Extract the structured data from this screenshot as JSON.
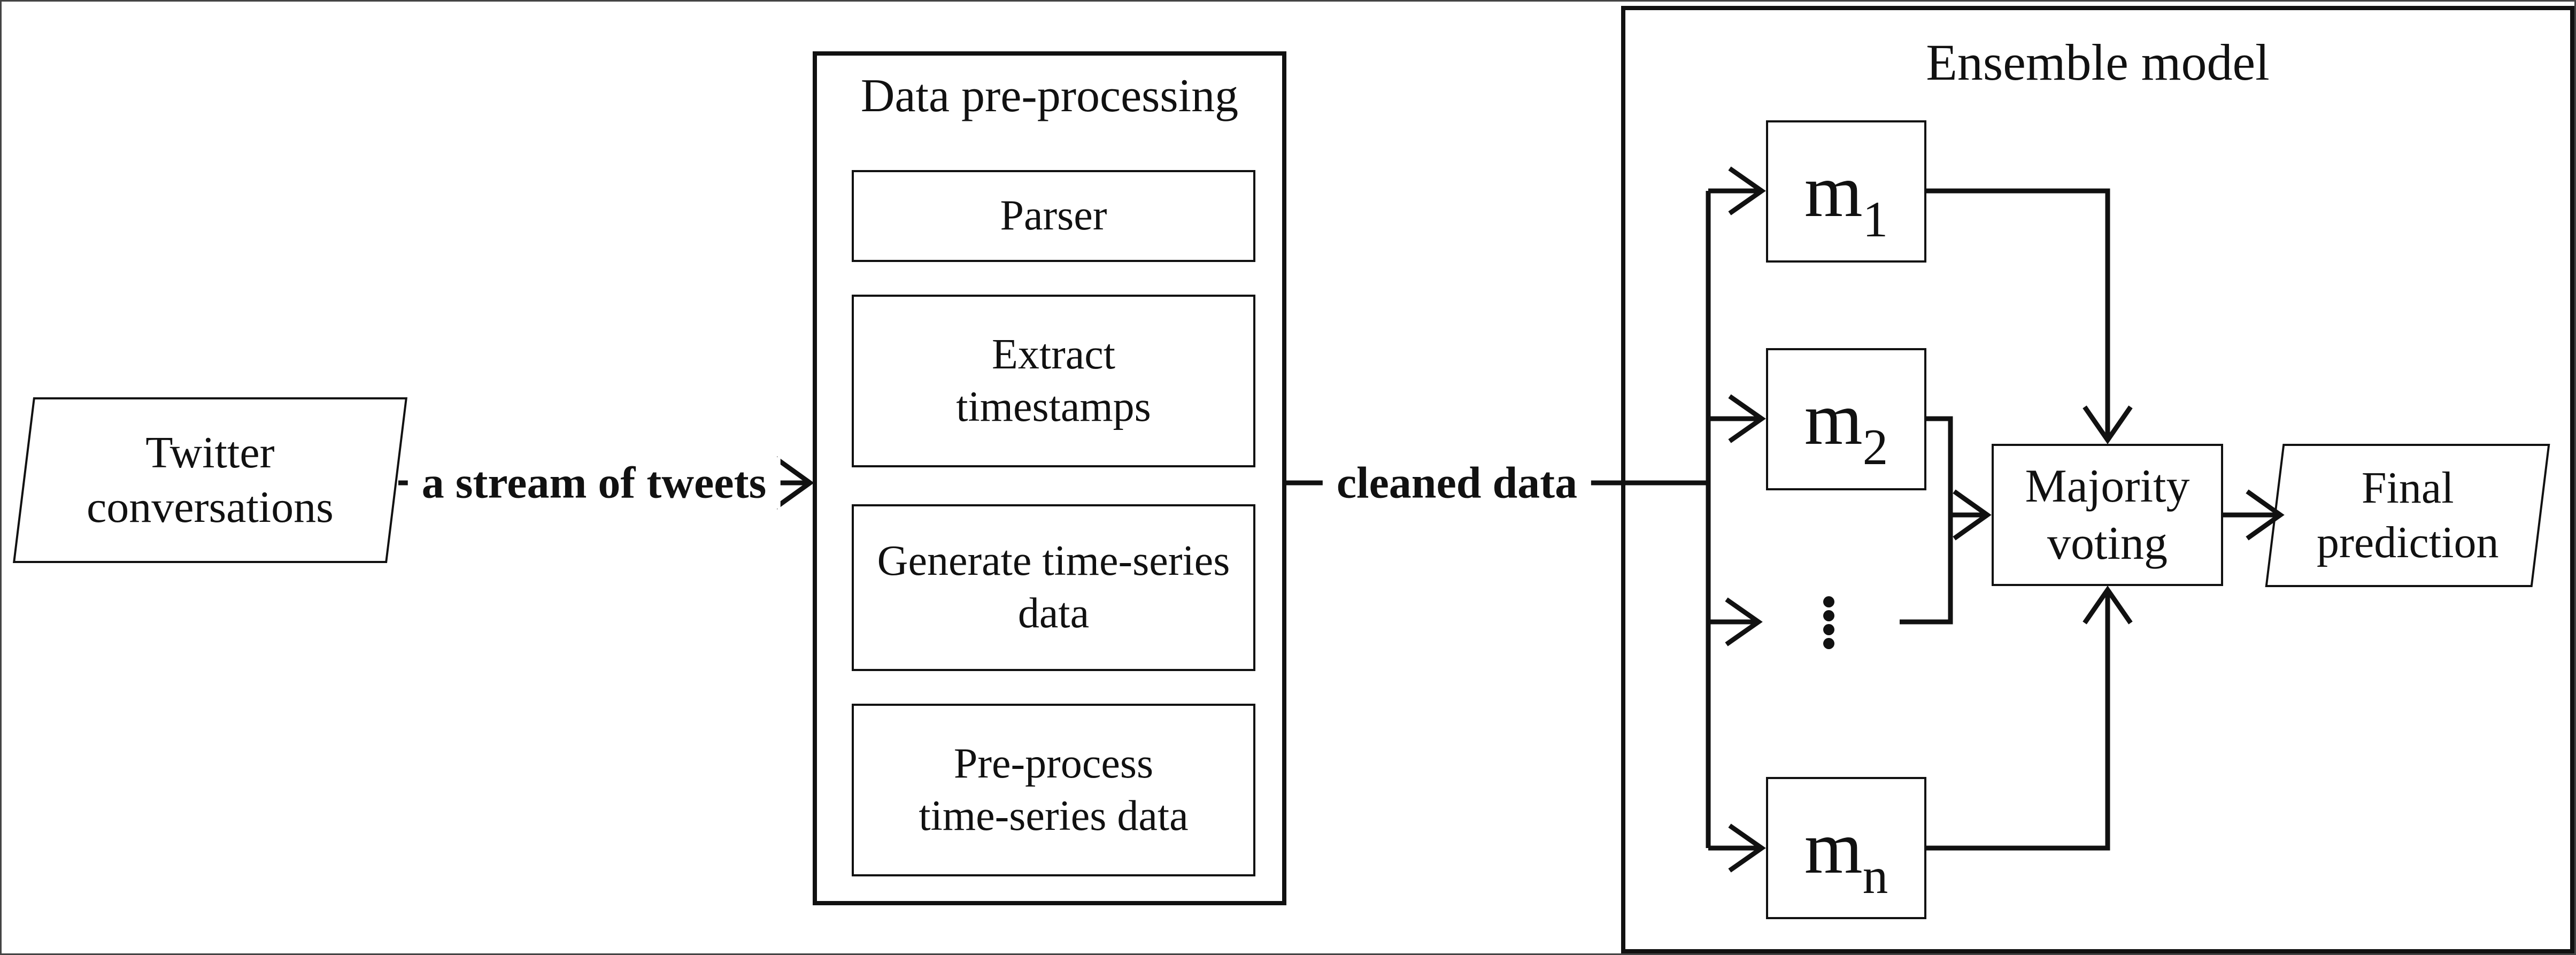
{
  "diagram": {
    "titles": {
      "preprocessing": "Data pre-processing",
      "ensemble": "Ensemble model"
    },
    "input_label": "Twitter\nconversations",
    "edges": {
      "stream": "a stream of tweets",
      "cleaned": "cleaned data"
    },
    "steps": [
      "Parser",
      "Extract\ntimestamps",
      "Generate time-series\ndata",
      "Pre-process\ntime-series data"
    ],
    "models": [
      {
        "base": "m",
        "sub": "1"
      },
      {
        "base": "m",
        "sub": "2"
      },
      {
        "base": "m",
        "sub": "n"
      }
    ],
    "voting_label": "Majority\nvoting",
    "output_label": "Final\nprediction",
    "colors": {
      "line": "#111111",
      "background": "#ffffff"
    }
  }
}
